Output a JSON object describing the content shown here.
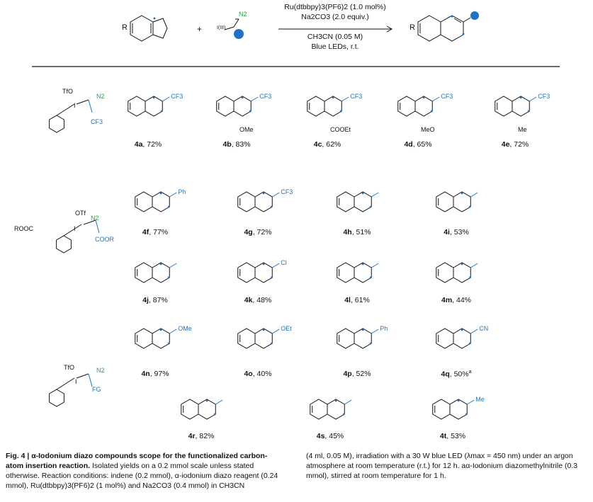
{
  "reaction": {
    "catalyst": "Ru(dtbbpy)3(PF6)2 (1.0 mol%)",
    "base": "Na2CO3 (2.0 equiv.)",
    "solvent": "CH3CN (0.05 M)",
    "light": "Blue LEDs, r.t.",
    "plus": "+",
    "reagent_iodine": "I(III)",
    "reagent_n2": "N2",
    "r_group": "R"
  },
  "reagents": [
    {
      "otf": "TfO",
      "iodine": "I",
      "n2": "N2",
      "fg": "CF3"
    },
    {
      "otf": "OTf",
      "iodine": "I",
      "n2": "N2",
      "fg": "COOR",
      "ester": "ROOC"
    },
    {
      "otf": "TfO",
      "iodine": "I",
      "n2": "N2",
      "fg": "FG"
    }
  ],
  "products": [
    {
      "id": "4a",
      "yield": "72%",
      "sub": "CF3"
    },
    {
      "id": "4b",
      "yield": "83%",
      "sub": "CF3",
      "side": "OMe"
    },
    {
      "id": "4c",
      "yield": "62%",
      "sub": "CF3",
      "side": "COOEt"
    },
    {
      "id": "4d",
      "yield": "65%",
      "sub": "CF3",
      "side": "MeO"
    },
    {
      "id": "4e",
      "yield": "72%",
      "sub": "CF3",
      "side": "Me"
    },
    {
      "id": "4f",
      "yield": "77%",
      "sub": "Ph"
    },
    {
      "id": "4g",
      "yield": "72%",
      "sub": "CF3"
    },
    {
      "id": "4h",
      "yield": "51%",
      "sub": ""
    },
    {
      "id": "4i",
      "yield": "53%",
      "sub": ""
    },
    {
      "id": "4j",
      "yield": "87%",
      "sub": ""
    },
    {
      "id": "4k",
      "yield": "48%",
      "sub": "Cl"
    },
    {
      "id": "4l",
      "yield": "61%",
      "sub": ""
    },
    {
      "id": "4m",
      "yield": "44%",
      "sub": ""
    },
    {
      "id": "4n",
      "yield": "97%",
      "sub": "OMe"
    },
    {
      "id": "4o",
      "yield": "40%",
      "sub": "OEt"
    },
    {
      "id": "4p",
      "yield": "52%",
      "sub": "Ph"
    },
    {
      "id": "4q",
      "yield": "50%",
      "note": "a",
      "sub": "CN"
    },
    {
      "id": "4r",
      "yield": "82%",
      "sub": ""
    },
    {
      "id": "4s",
      "yield": "45%",
      "sub": ""
    },
    {
      "id": "4t",
      "yield": "53%",
      "sub": "Me"
    }
  ],
  "caption": {
    "title": "Fig. 4 | α-Iodonium diazo compounds scope for the functionalized carbon-atom insertion reaction.",
    "left": "Isolated yields on a 0.2 mmol scale unless stated otherwise. Reaction conditions: indene (0.2 mmol), α-iodonium diazo reagent (0.24 mmol), Ru(dtbbpy)3(PF6)2 (1 mol%) and Na2CO3 (0.4 mmol) in CH3CN",
    "right": "(4 ml, 0.05 M), irradiation with a 30 W blue LED (λmax = 450 nm) under an argon atmosphere at room temperature (r.t.) for 12 h. aα-Iodonium diazomethylnitrile (0.3 mmol), stirred at room temperature for 1 h."
  },
  "colors": {
    "blue": "#1e73c8",
    "green": "#2e9e3e",
    "ink": "#111111"
  }
}
